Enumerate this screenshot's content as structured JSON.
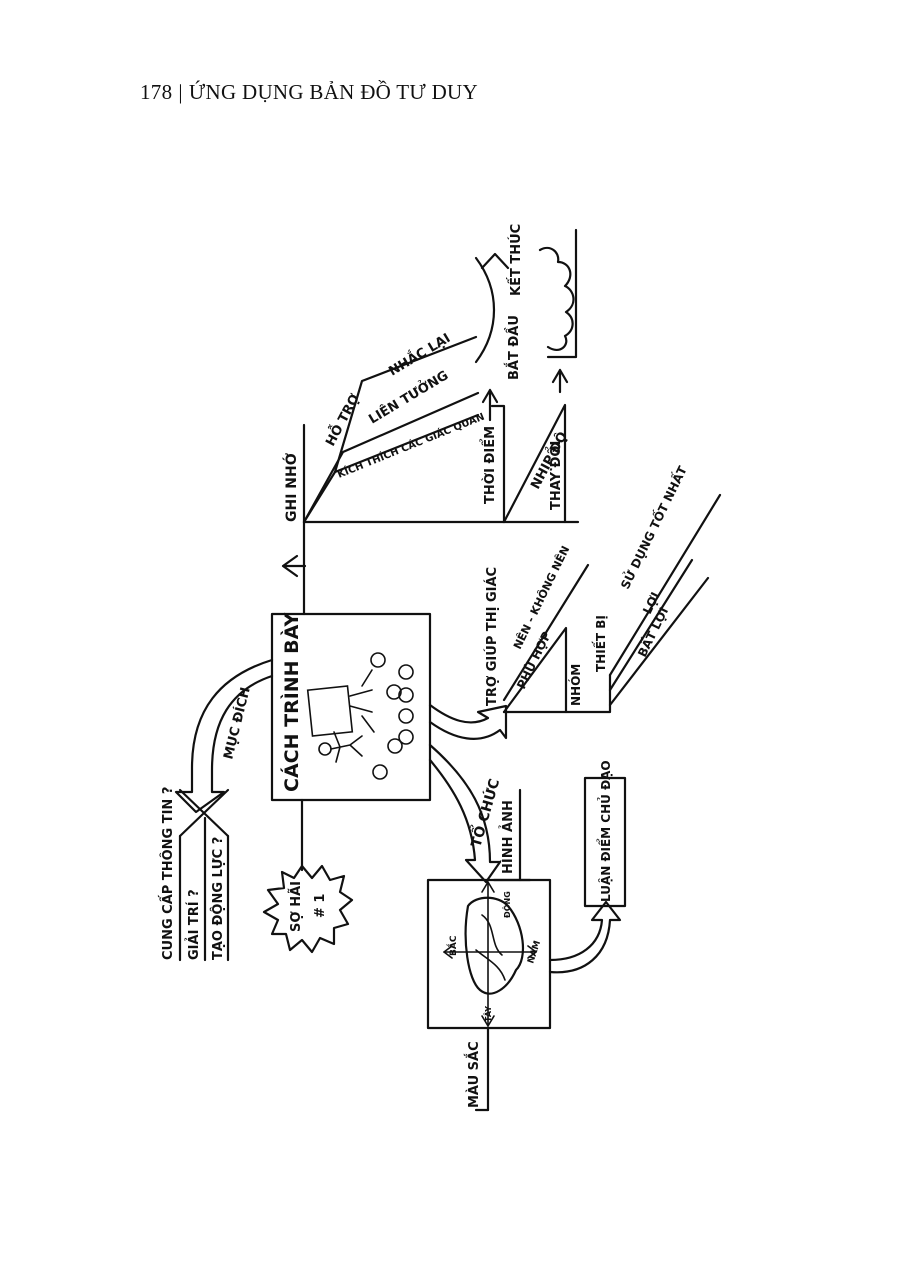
{
  "header": {
    "page_number": "178",
    "separator": "|",
    "book_title": "ỨNG DỤNG BẢN ĐỒ TƯ DUY"
  },
  "diagram": {
    "center": "CÁCH TRÌNH BÀY",
    "purpose": {
      "label": "MỤC ĐÍCH",
      "items": [
        "CUNG CẤP THÔNG TIN ?",
        "GIẢI TRÍ ?",
        "TẠO ĐỘNG LỰC ?"
      ]
    },
    "fear": {
      "line1": "SỢ HÃI",
      "line2": "# 1"
    },
    "memory": {
      "label": "GHI NHỚ",
      "support": "HỖ TRỢ",
      "support_items": [
        "NHẮC LẠI",
        "LIÊN TƯỞNG",
        "KÍCH THÍCH CÁC GIÁC QUAN"
      ],
      "timing": "THỜI ĐIỂM",
      "start": "BẮT ĐẦU",
      "end": "KẾT THÚC",
      "rhythm": "NHỊP ĐỘ",
      "change": "THAY ĐỔI"
    },
    "visual_aids": {
      "label": "TRỢ GIÚP THỊ GIÁC",
      "dos_donts": "NÊN - KHÔNG NÊN",
      "fit": "PHÙ HỢP",
      "group": "NHÓM",
      "equipment": "THIẾT BỊ",
      "equipment_items": [
        "SỬ DỤNG TỐT NHẤT",
        "LỢI",
        "BẤT LỢI"
      ]
    },
    "organization": {
      "label": "TỔ CHỨC",
      "image": "HÌNH ẢNH",
      "color": "MÀU SẮC",
      "main_thesis": "LUẬN ĐIỂM CHỦ ĐẠO",
      "compass": {
        "north": "BẮC",
        "south": "NAM",
        "east": "ĐÔNG",
        "west": "TÂY"
      }
    }
  }
}
